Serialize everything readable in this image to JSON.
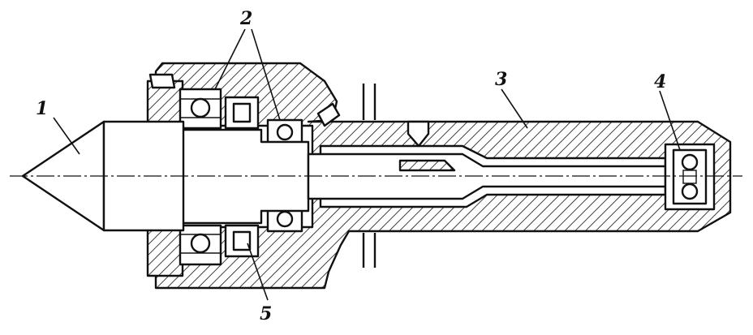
{
  "figure": {
    "callouts": [
      {
        "id": "1",
        "label": "1"
      },
      {
        "id": "2",
        "label": "2"
      },
      {
        "id": "3",
        "label": "3"
      },
      {
        "id": "4",
        "label": "4"
      },
      {
        "id": "5",
        "label": "5"
      }
    ]
  },
  "colors": {
    "ink": "#111111",
    "paper": "#ffffff"
  }
}
